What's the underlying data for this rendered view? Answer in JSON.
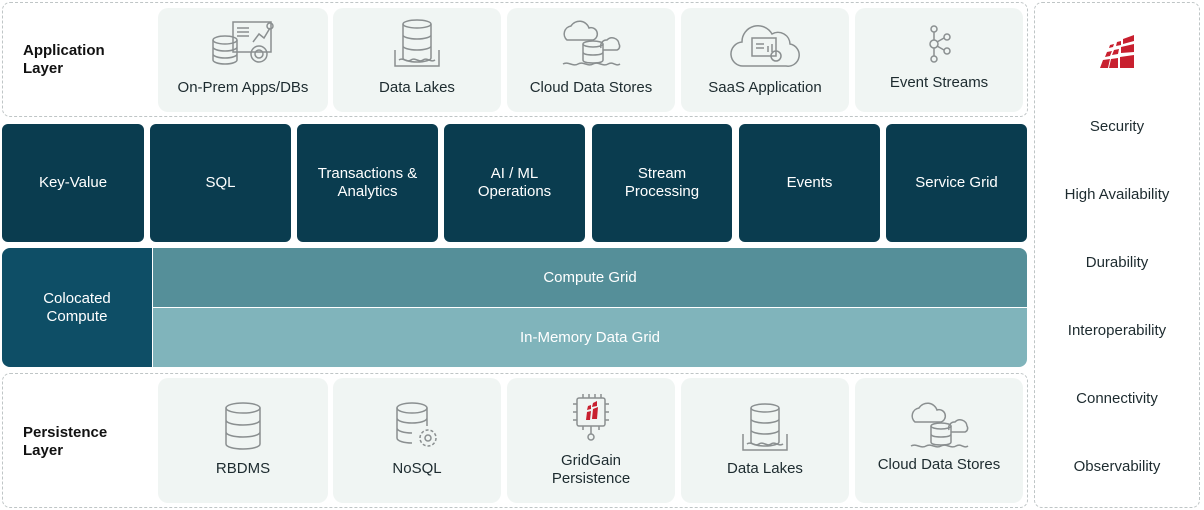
{
  "application_layer": {
    "label_line1": "Application",
    "label_line2": "Layer",
    "tiles": [
      {
        "label": "On-Prem Apps/DBs",
        "icon": "database-analytics-icon"
      },
      {
        "label": "Data Lakes",
        "icon": "data-lake-icon"
      },
      {
        "label": "Cloud Data Stores",
        "icon": "cloud-database-icon"
      },
      {
        "label": "SaaS Application",
        "icon": "cloud-app-icon"
      },
      {
        "label": "Event Streams",
        "icon": "event-nodes-icon"
      }
    ]
  },
  "capabilities": [
    {
      "l1": "Key-Value",
      "l2": ""
    },
    {
      "l1": "SQL",
      "l2": ""
    },
    {
      "l1": "Transactions &",
      "l2": "Analytics"
    },
    {
      "l1": "AI / ML",
      "l2": "Operations"
    },
    {
      "l1": "Stream",
      "l2": "Processing"
    },
    {
      "l1": "Events",
      "l2": ""
    },
    {
      "l1": "Service Grid",
      "l2": ""
    }
  ],
  "compute": {
    "colocated_l1": "Colocated",
    "colocated_l2": "Compute",
    "compute_grid": "Compute Grid",
    "in_memory": "In-Memory Data Grid"
  },
  "persistence_layer": {
    "label_line1": "Persistence",
    "label_line2": "Layer",
    "tiles": [
      {
        "l1": "RBDMS",
        "l2": "",
        "icon": "database-icon"
      },
      {
        "l1": "NoSQL",
        "l2": "",
        "icon": "database-gear-icon"
      },
      {
        "l1": "GridGain",
        "l2": "Persistence",
        "icon": "chip-icon"
      },
      {
        "l1": "Data Lakes",
        "l2": "",
        "icon": "data-lake-icon"
      },
      {
        "l1": "Cloud Data Stores",
        "l2": "",
        "icon": "cloud-database-icon"
      }
    ]
  },
  "features": [
    "Security",
    "High Availability",
    "Durability",
    "Interoperability",
    "Connectivity",
    "Observability"
  ],
  "colors": {
    "dark": "#0a3c4f",
    "colocated": "#0e4e66",
    "compute_grid": "#558f99",
    "in_memory": "#80b4bb",
    "tile": "#f0f5f3",
    "brand_red": "#c8202f"
  }
}
